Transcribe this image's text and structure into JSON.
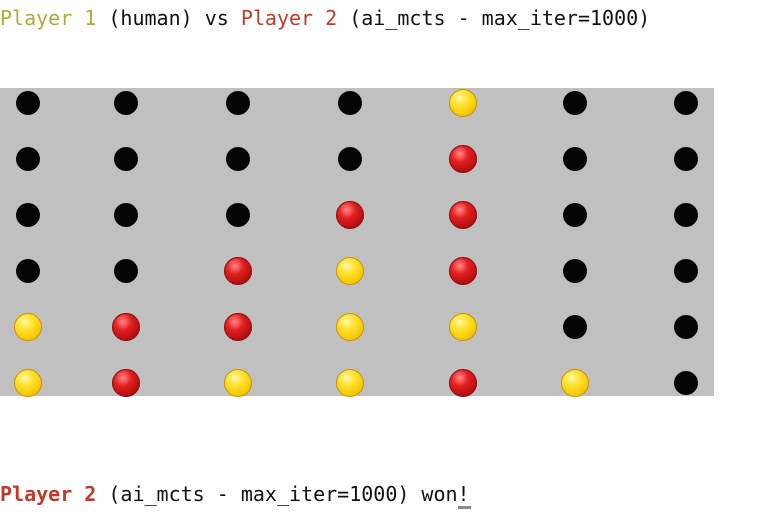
{
  "header": {
    "player1_label": "Player 1",
    "player1_desc": " (human) vs ",
    "player2_label": "Player 2",
    "player2_desc": " (ai_mcts - max_iter=1000)"
  },
  "board": {
    "rows": 6,
    "columns": 7,
    "cells": [
      [
        "empty",
        "empty",
        "empty",
        "empty",
        "yellow",
        "empty",
        "empty"
      ],
      [
        "empty",
        "empty",
        "empty",
        "empty",
        "red",
        "empty",
        "empty"
      ],
      [
        "empty",
        "empty",
        "empty",
        "red",
        "red",
        "empty",
        "empty"
      ],
      [
        "empty",
        "empty",
        "red",
        "yellow",
        "red",
        "empty",
        "empty"
      ],
      [
        "yellow",
        "red",
        "red",
        "yellow",
        "yellow",
        "empty",
        "empty"
      ],
      [
        "yellow",
        "red",
        "yellow",
        "yellow",
        "red",
        "yellow",
        "empty"
      ]
    ]
  },
  "footer": {
    "winner_label": "Player 2",
    "winner_desc": " (ai_mcts - max_iter=1000) won!"
  },
  "colors": {
    "player1": "#b5a83a",
    "player2": "#c0392b",
    "board_background": "#c0c0c0",
    "empty_slot": "#050505"
  }
}
